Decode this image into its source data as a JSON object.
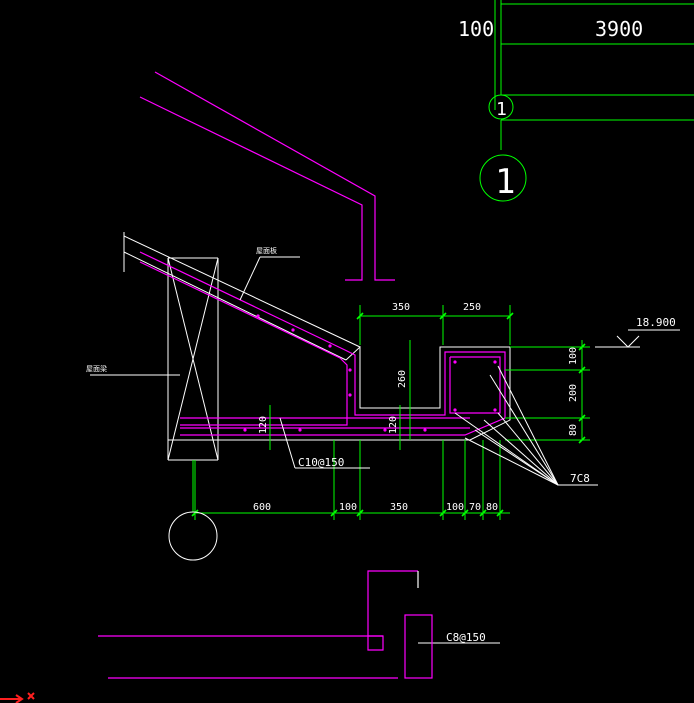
{
  "colors": {
    "background": "#000000",
    "profile": "#ff00ff",
    "dimension": "#00ff00",
    "leader": "#ffffff",
    "text": "#ffffff",
    "axis": "#00ff00"
  },
  "header_dims": {
    "left": "100",
    "right": "3900"
  },
  "axis_markers": {
    "upper": "1",
    "lower": "1"
  },
  "top_dims": {
    "a": "350",
    "b": "250"
  },
  "elevation": "18.900",
  "right_dims": {
    "a": "100",
    "b": "200",
    "c": "80"
  },
  "inner_dims": {
    "depth": "260",
    "slab_left": "120",
    "slab_right": "120"
  },
  "bottom_dims": [
    "600",
    "100",
    "350",
    "100",
    "70",
    "80"
  ],
  "rebar_labels": {
    "stirrup": "C10@150",
    "longitudinal": "7C8",
    "lower_detail": "C8@150"
  },
  "notes": {
    "roof_label": "屋面板",
    "wall_label": "屋面梁"
  },
  "icons": {
    "ucs": "ucs-axis-icon"
  }
}
